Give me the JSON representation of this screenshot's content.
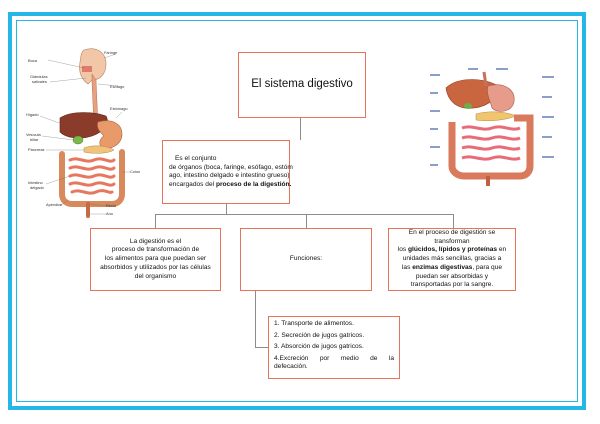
{
  "title": "El sistema digestivo",
  "definition": {
    "lines": [
      "Es el conjunto",
      "de órganos (boca, faringe, esófago, estóm",
      "ago, intestino delgado e intestino grueso)"
    ],
    "last_line_prefix": "encargados del ",
    "last_line_bold": "proceso de la digestión."
  },
  "left_box": {
    "lines": [
      "La digestión es el",
      "proceso de transformación de",
      "los alimentos para que puedan ser",
      "absorbidos y utilizados por las células",
      "del organismo"
    ]
  },
  "center_box": {
    "label": "Funciones:"
  },
  "right_box": {
    "line1": "En el proceso de digestión se",
    "line2": "transforman",
    "line3_prefix": "los ",
    "line3_bold": "glúcidos, lípidos y proteínas",
    "line3_suffix": " en",
    "line4": "unidades más sencillas, gracias a",
    "line5_prefix": "las ",
    "line5_bold": "enzimas digestivas",
    "line5_suffix": ", para que",
    "line6": "puedan ser absorbidas y",
    "line7": "transportadas por la sangre."
  },
  "functions": [
    "1. Transporte de alimentos.",
    "2. Secreción de jugos gatricos.",
    "3. Absorción de jugos gatricos."
  ],
  "function4_line1": "4.Excreción por medio de la",
  "function4_line2": "defecación.",
  "illustration_left": {
    "labels": {
      "boca": "Boca",
      "faringe": "Faringe",
      "glandulas1": "Glándulas",
      "glandulas2": "salivales",
      "esofago": "Esófago",
      "estomago": "Estómago",
      "higado": "Hígado",
      "vesicula1": "Vesícula",
      "vesicula2": "biliar",
      "pancreas": "Páncreas",
      "colon": "Colon",
      "intestino1": "Intestino",
      "intestino2": "delgado",
      "apendice": "Apéndice",
      "recto": "Recto",
      "ano": "Ano"
    }
  },
  "colors": {
    "frame": "#25b7e8",
    "box_border": "#e5745b",
    "connector": "#8c8c8c"
  }
}
